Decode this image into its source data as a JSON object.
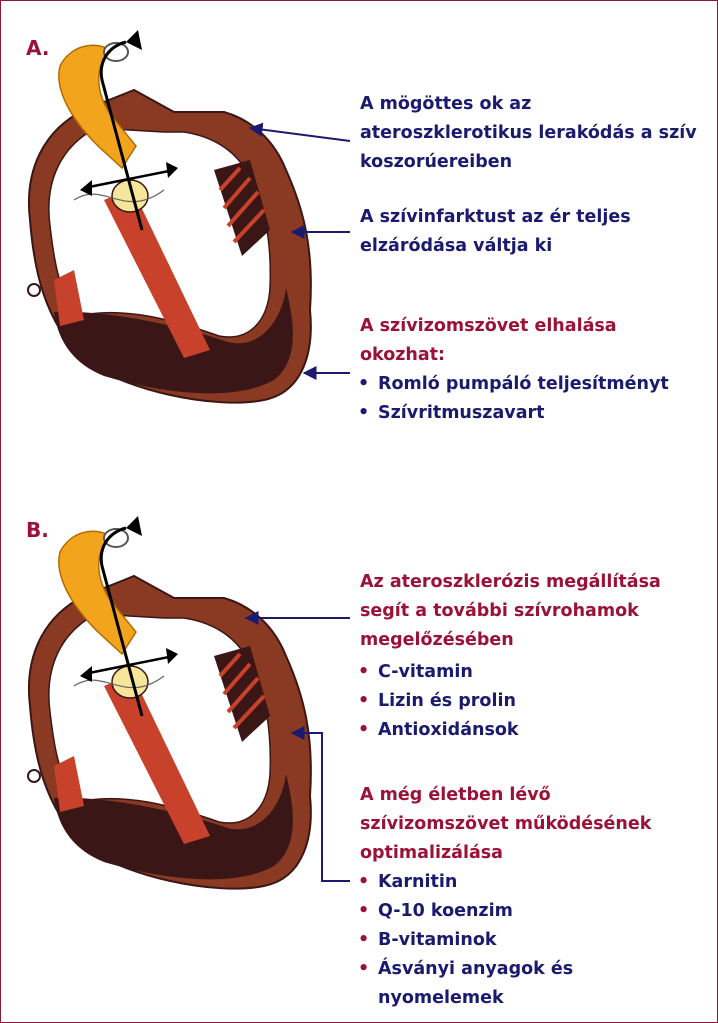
{
  "panel_a": {
    "label": "A.",
    "cause": "A mögöttes ok az ateroszklerotikus lerakódás a szív koszorúereiben",
    "trigger": "A szívinfarktust az ér teljes elzáródása váltja ki",
    "death_heading": "A szívizomszövet elhalása okozhat:",
    "death_items": [
      "Romló pumpáló teljesítményt",
      "Szívritmuszavart"
    ]
  },
  "panel_b": {
    "label": "B.",
    "stop_heading": "Az ateroszklerózis megállítása segít a további szívrohamok megelőzésében",
    "stop_items": [
      "C-vitamin",
      "Lizin és prolin",
      "Antioxidánsok"
    ],
    "optimize_heading": "A még életben lévő szívizomszövet működésének optimalizálása",
    "optimize_items": [
      "Karnitin",
      "Q-10 koenzim",
      "B-vitaminok",
      "Ásványi anyagok és nyomelemek"
    ]
  },
  "colors": {
    "navy": "#1a1a6e",
    "crimson": "#9b1238",
    "aorta": "#f2a41c",
    "muscle": "#c8412a",
    "necrosis": "#3a1616",
    "scar": "#8a3a22"
  }
}
